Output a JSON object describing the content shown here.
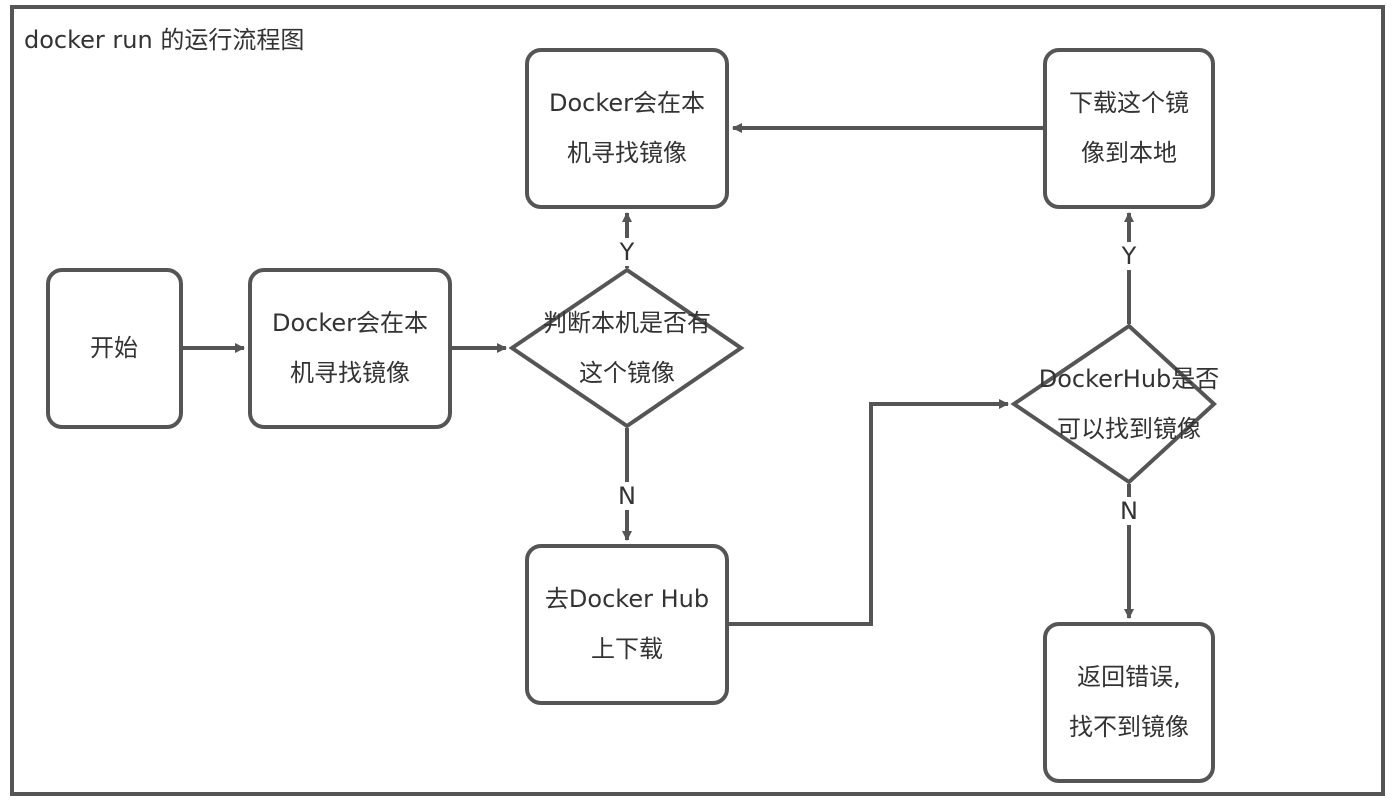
{
  "title": "docker run 的运行流程图",
  "colors": {
    "stroke": "#555555",
    "text": "#333333",
    "background": "#ffffff"
  },
  "nodes": {
    "start": {
      "lines": [
        "开始"
      ]
    },
    "search_local": {
      "lines": [
        "Docker会在本",
        "机寻找镜像"
      ]
    },
    "decision_local": {
      "lines": [
        "判断本机是否有",
        "这个镜像"
      ]
    },
    "search_local_again": {
      "lines": [
        "Docker会在本",
        "机寻找镜像"
      ]
    },
    "download_hub": {
      "lines": [
        "去Docker Hub",
        "上下载"
      ]
    },
    "decision_hub": {
      "lines": [
        "DockerHub是否",
        "可以找到镜像"
      ]
    },
    "download_local": {
      "lines": [
        "下载这个镜",
        "像到本地"
      ]
    },
    "error": {
      "lines": [
        "返回错误,",
        "找不到镜像"
      ]
    }
  },
  "edge_labels": {
    "local_yes": "Y",
    "local_no": "N",
    "hub_yes": "Y",
    "hub_no": "N"
  }
}
